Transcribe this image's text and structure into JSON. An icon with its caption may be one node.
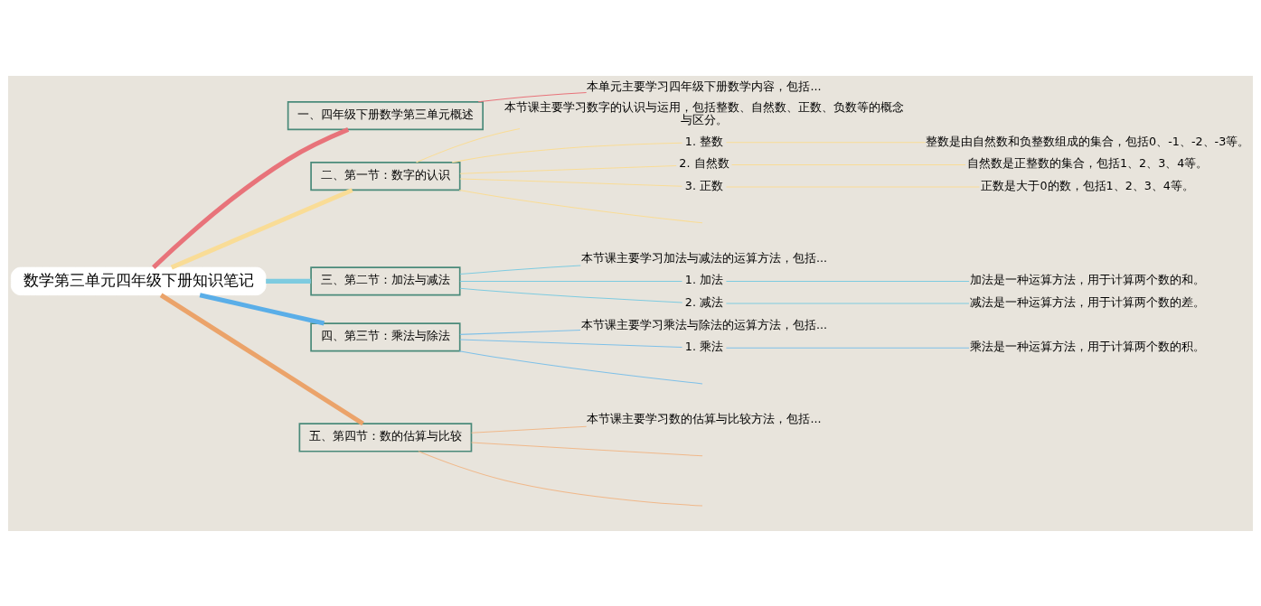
{
  "diagram": {
    "nodes": [
      {
        "text": [
          "数学第三单元四年级下册知识笔记"
        ]
      },
      {
        "text": [
          "一、四年级下册数学第三单元概述"
        ]
      },
      {
        "text": [
          "本单元主要学习四年级下册数学内容，包括..."
        ]
      },
      {
        "text": [
          "二、第一节：数字的认识"
        ]
      },
      {
        "text": [
          "本节课主要学习数字的认识与运用，包括整数、自然数、正数、负数等的概念与区分。"
        ]
      },
      {
        "text": [
          "1. 整数"
        ]
      },
      {
        "text": [
          "整数是由自然数和负整数组成的集合，包括0、-1、-2、-3等。"
        ]
      },
      {
        "text": [
          "2. 自然数"
        ]
      },
      {
        "text": [
          "自然数是正整数的集合，包括1、2、3、4等。"
        ]
      },
      {
        "text": [
          "3. 正数"
        ]
      },
      {
        "text": [
          "正数是大于0的数，包括1、2、3、4等。"
        ]
      },
      {
        "text": [
          "三、第二节：加法与减法"
        ]
      },
      {
        "text": [
          "本节课主要学习加法与减法的运算方法，包括..."
        ]
      },
      {
        "text": [
          "1. 加法"
        ]
      },
      {
        "text": [
          "加法是一种运算方法，用于计算两个数的和。"
        ]
      },
      {
        "text": [
          "2. 减法"
        ]
      },
      {
        "text": [
          "减法是一种运算方法，用于计算两个数的差。"
        ]
      },
      {
        "text": [
          "四、第三节：乘法与除法"
        ]
      },
      {
        "text": [
          "本节课主要学习乘法与除法的运算方法，包括..."
        ]
      },
      {
        "text": [
          "1. 乘法"
        ]
      },
      {
        "text": [
          "乘法是一种运算方法，用于计算两个数的积。"
        ]
      },
      {
        "text": [
          "五、第四节：数的估算与比较"
        ]
      },
      {
        "text": [
          "本节课主要学习数的估算与比较方法，包括..."
        ]
      }
    ],
    "edges": [
      {
        "from": 0,
        "to": 1,
        "arrow": "none",
        "style": "thick",
        "color": "#e8737a"
      },
      {
        "from": 1,
        "to": 2,
        "arrow": "none",
        "color": "#e8737a"
      },
      {
        "from": 0,
        "to": 3,
        "arrow": "none",
        "style": "thick",
        "color": "#f9dc96"
      },
      {
        "from": 3,
        "to": 4,
        "arrow": "none",
        "color": "#f9dc96"
      },
      {
        "from": 3,
        "to": 5,
        "arrow": "none",
        "color": "#f9dc96"
      },
      {
        "from": 5,
        "to": 6,
        "arrow": "none",
        "color": "#f9dc96"
      },
      {
        "from": 3,
        "to": 7,
        "arrow": "none",
        "color": "#f9dc96"
      },
      {
        "from": 7,
        "to": 8,
        "arrow": "none",
        "color": "#f9dc96"
      },
      {
        "from": 3,
        "to": 9,
        "arrow": "none",
        "color": "#f9dc96"
      },
      {
        "from": 9,
        "to": 10,
        "arrow": "none",
        "color": "#f9dc96"
      },
      {
        "from": 3,
        "to": null,
        "arrow": "none",
        "color": "#f9dc96"
      },
      {
        "from": 0,
        "to": 11,
        "arrow": "none",
        "style": "thick",
        "color": "#7ecbe0"
      },
      {
        "from": 11,
        "to": 12,
        "arrow": "none",
        "color": "#7ecbe0"
      },
      {
        "from": 11,
        "to": 13,
        "arrow": "none",
        "color": "#7ecbe0"
      },
      {
        "from": 13,
        "to": 14,
        "arrow": "none",
        "color": "#7ecbe0"
      },
      {
        "from": 11,
        "to": 15,
        "arrow": "none",
        "color": "#7ecbe0"
      },
      {
        "from": 15,
        "to": 16,
        "arrow": "none",
        "color": "#7ecbe0"
      },
      {
        "from": 0,
        "to": 17,
        "arrow": "none",
        "style": "thick",
        "color": "#5aaee8"
      },
      {
        "from": 17,
        "to": 18,
        "arrow": "none",
        "color": "#7ec0e8"
      },
      {
        "from": 17,
        "to": 19,
        "arrow": "none",
        "color": "#7ec0e8"
      },
      {
        "from": 19,
        "to": 20,
        "arrow": "none",
        "color": "#7ec0e8"
      },
      {
        "from": 17,
        "to": null,
        "arrow": "none",
        "color": "#7ec0e8"
      },
      {
        "from": 0,
        "to": 21,
        "arrow": "none",
        "style": "thick",
        "color": "#eba36a"
      },
      {
        "from": 21,
        "to": 22,
        "arrow": "none",
        "color": "#f0b88a"
      },
      {
        "from": 21,
        "to": null,
        "arrow": "none",
        "color": "#f0b88a"
      },
      {
        "from": 21,
        "to": null,
        "arrow": "none",
        "color": "#f0b88a"
      }
    ]
  }
}
